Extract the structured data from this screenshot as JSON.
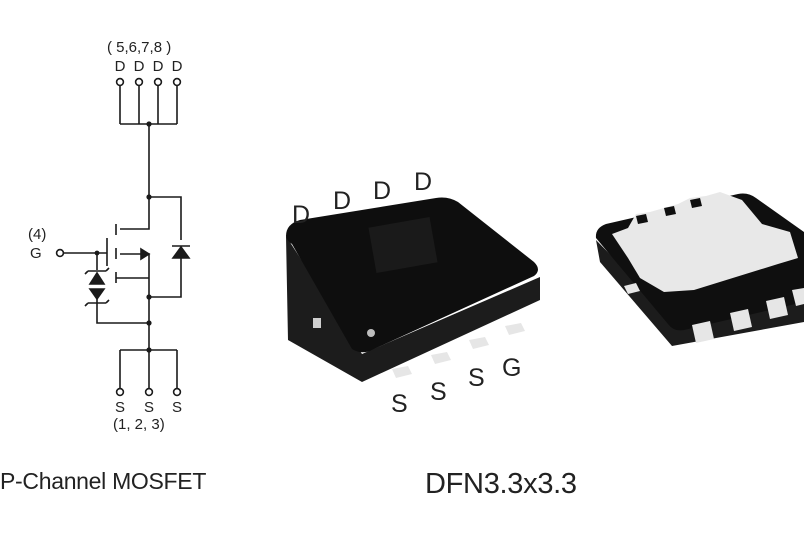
{
  "schematic": {
    "drain_pins_label": "( 5,6,7,8 )",
    "drain_pin_letters": [
      "D",
      "D",
      "D",
      "D"
    ],
    "gate_pin_number": "(4)",
    "gate_pin_letter": "G",
    "source_pin_letters": [
      "S",
      "S",
      "S"
    ],
    "source_pins_label": "(1, 2, 3)",
    "caption": "P-Channel MOSFET"
  },
  "package": {
    "top_drain_letters": [
      "D",
      "D",
      "D",
      "D"
    ],
    "bottom_pin_letters": [
      "S",
      "S",
      "S",
      "G"
    ],
    "caption": "DFN3.3x3.3"
  },
  "colors": {
    "line": "#1a1a1a",
    "package_body": "#101010",
    "package_side": "#1c1c1c",
    "pad": "#e6e6e6"
  }
}
